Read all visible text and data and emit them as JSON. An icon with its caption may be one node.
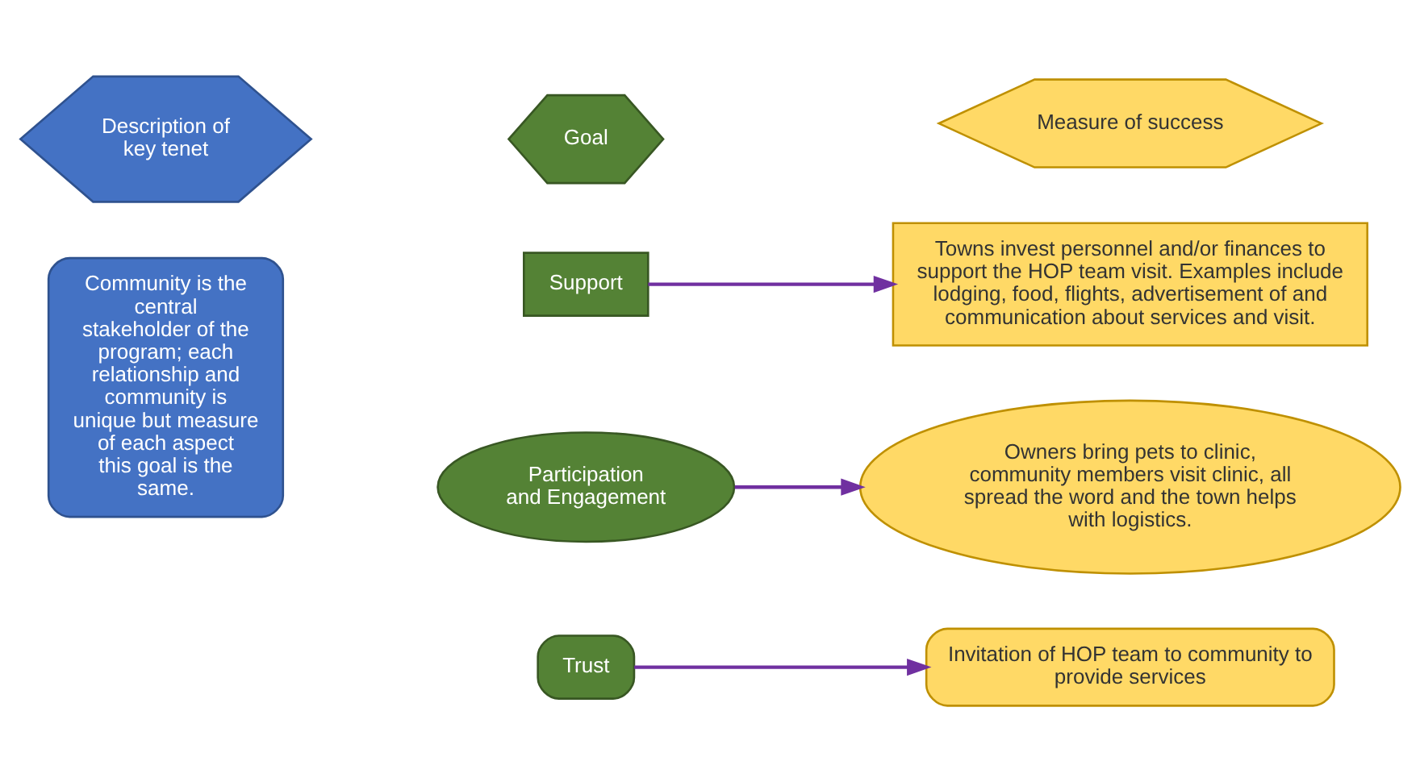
{
  "diagram": {
    "nodes": [
      {
        "text": [
          "Community is the central stakeholder of the program; each relationship and community is unique but measure of each aspect this goal is the same."
        ]
      },
      {
        "text": [
          "Trust"
        ]
      },
      {
        "text": [
          "Participation and Engagement"
        ]
      },
      {
        "text": [
          "Support"
        ]
      },
      {
        "text": [
          "Invitation of HOP team to community to provide services"
        ]
      },
      {
        "text": [
          "Owners bring pets to clinic, community members visit clinic, all spread the word and the town helps with logistics."
        ]
      },
      {
        "text": [
          "Towns invest personnel and/or finances to support the HOP team visit. Examples include lodging, food, flights, advertisement of and communication about services and visit."
        ]
      },
      {
        "text": [
          "Description of key tenet"
        ]
      },
      {
        "text": [
          "Goal"
        ]
      },
      {
        "text": [
          "Measure of success"
        ]
      }
    ],
    "edges": [
      {
        "from": 1,
        "to": 4,
        "arrow": "to"
      },
      {
        "from": 2,
        "to": 5,
        "arrow": "to"
      },
      {
        "from": 3,
        "to": 6,
        "arrow": "to"
      }
    ]
  }
}
